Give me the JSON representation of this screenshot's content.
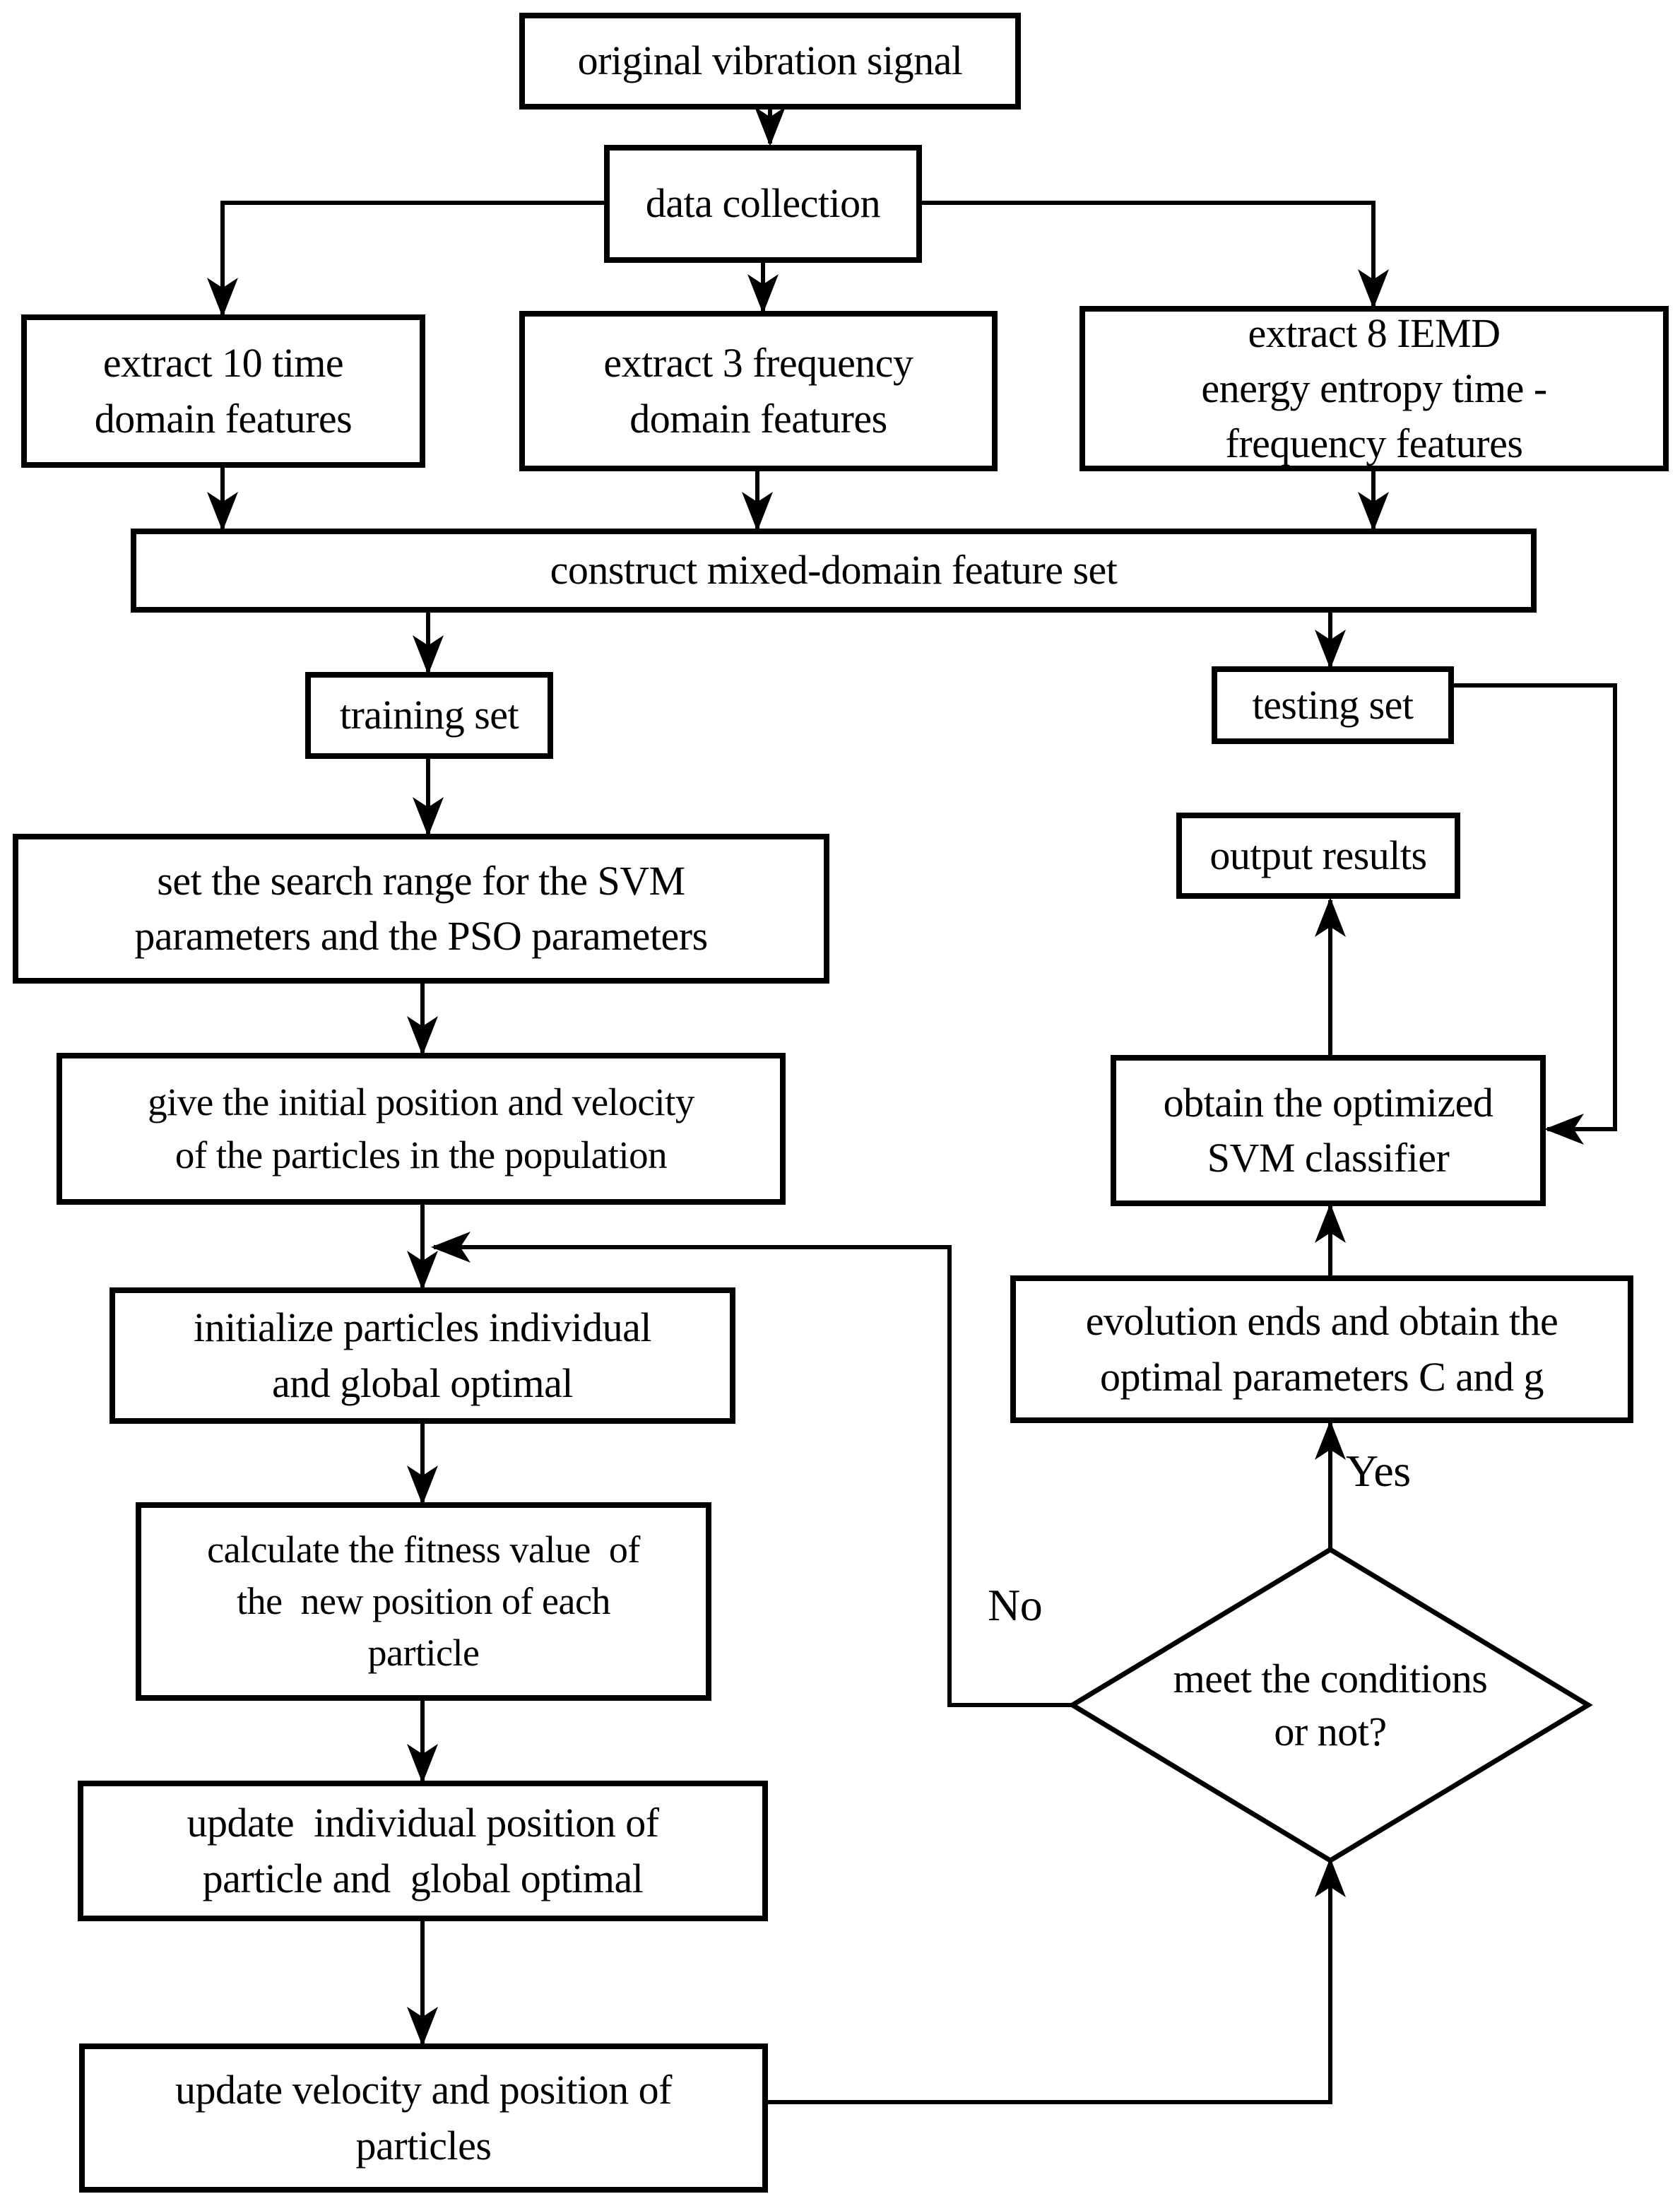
{
  "colors": {
    "background": "#ffffff",
    "line": "#000000",
    "text": "#000000"
  },
  "nodes": {
    "original_signal": {
      "label": "original vibration signal"
    },
    "data_collection": {
      "label": "data collection"
    },
    "extract_time": {
      "label": "extract 10 time\ndomain features"
    },
    "extract_frequency": {
      "label": "extract 3 frequency\ndomain features"
    },
    "extract_iemd": {
      "label": "extract 8 IEMD\nenergy entropy time -\nfrequency features"
    },
    "construct_set": {
      "label": "construct mixed-domain feature set"
    },
    "training_set": {
      "label": "training set"
    },
    "testing_set": {
      "label": "testing set"
    },
    "set_search_range": {
      "label": "set the search range for the SVM\nparameters and the PSO parameters"
    },
    "give_initial": {
      "label": "give the initial position and velocity\nof the particles in the population"
    },
    "initialize_particles": {
      "label": "initialize particles individual\nand global optimal"
    },
    "calculate_fitness": {
      "label": "calculate the fitness value  of\nthe  new position of each\nparticle"
    },
    "update_individual": {
      "label": "update  individual position of\nparticle and  global optimal"
    },
    "update_velocity": {
      "label": "update velocity and position of\nparticles"
    },
    "output_results": {
      "label": "output results"
    },
    "obtain_classifier": {
      "label": "obtain the optimized\nSVM classifier"
    },
    "evolution_ends": {
      "label": "evolution ends and obtain the\noptimal parameters C and g"
    },
    "decision": {
      "label": "meet the conditions\nor not?"
    }
  },
  "edge_labels": {
    "yes": "Yes",
    "no": "No"
  }
}
